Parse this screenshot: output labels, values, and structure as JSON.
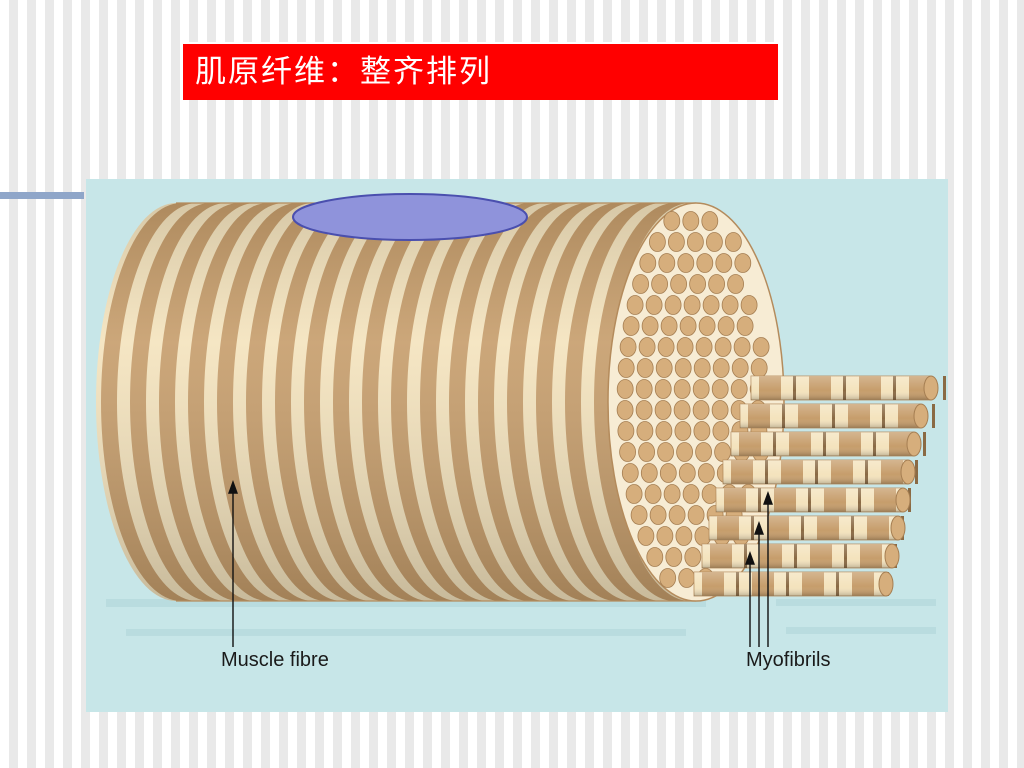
{
  "slide": {
    "title": "肌原纤维：整齐排列"
  },
  "diagram": {
    "label_muscle_fibre": "Muscle fibre",
    "label_myofibrils": "Myofibrils"
  },
  "colors": {
    "title_background": "#ff0000",
    "title_text": "#ffffff",
    "figure_background": "#c7e6e8",
    "fiber_light": "#f4e3bd",
    "fiber_dark": "#c69d6b",
    "nucleus": "#8f93db"
  }
}
